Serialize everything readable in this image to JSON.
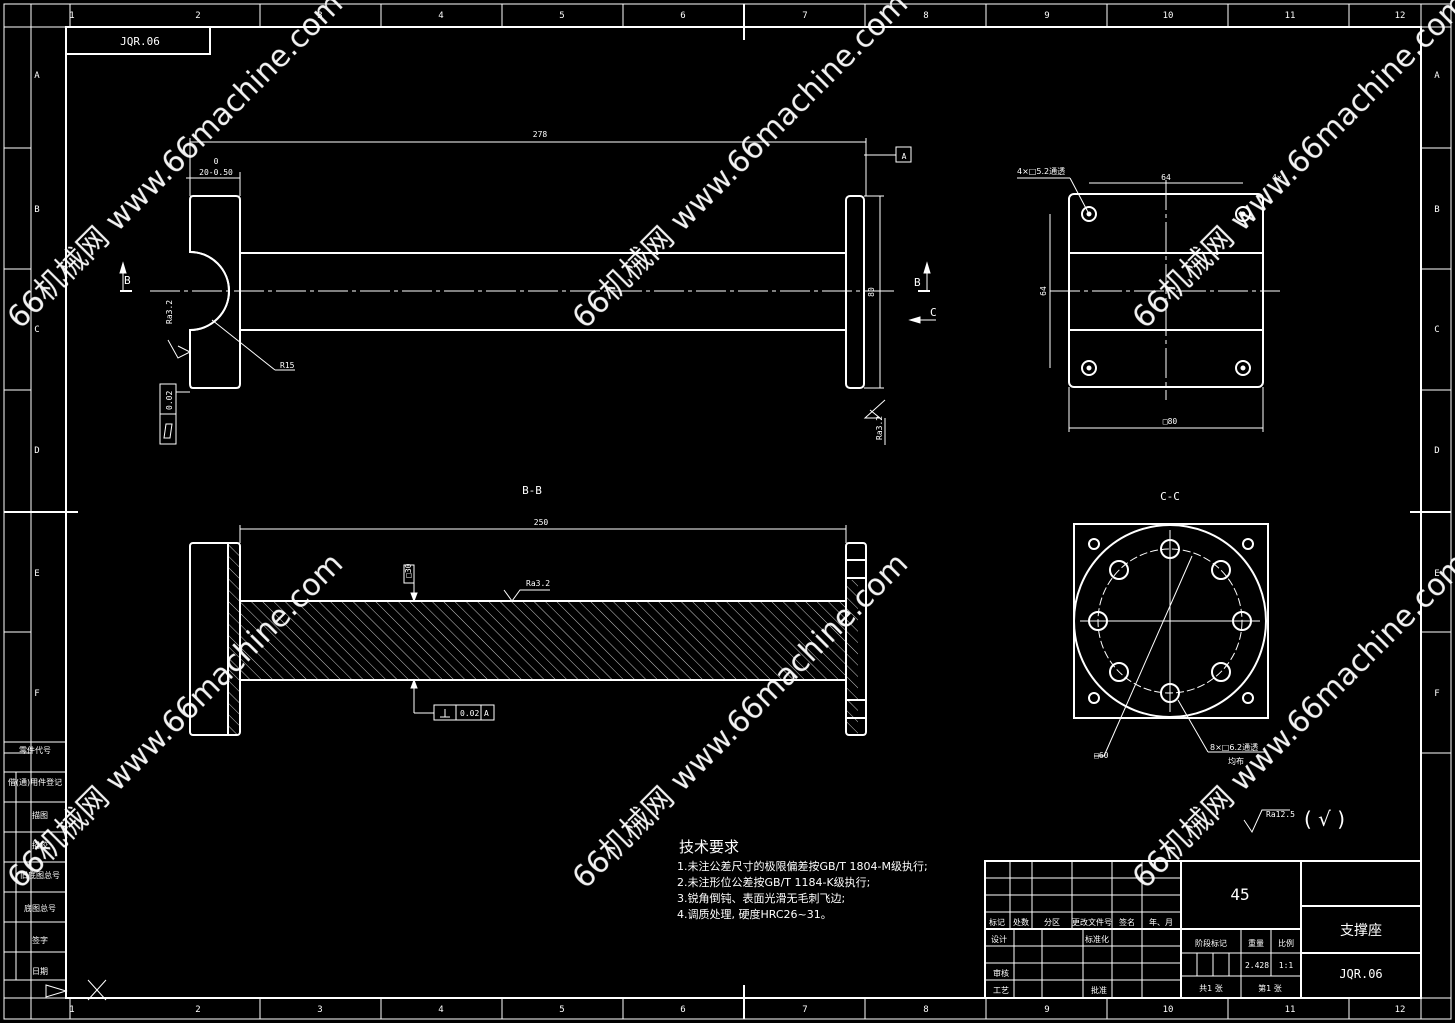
{
  "drawing_number": "JQR.06",
  "border_numbers": [
    "1",
    "2",
    "3",
    "4",
    "5",
    "6",
    "7",
    "8",
    "9",
    "10",
    "11",
    "12"
  ],
  "border_letters": [
    "A",
    "B",
    "C",
    "D",
    "E",
    "F"
  ],
  "left_strip": [
    "零件代号",
    "借(通)用件登记",
    "描图",
    "描校",
    "旧底图总号",
    "底图总号",
    "签字",
    "日期"
  ],
  "views": {
    "section_bb_title": "B-B",
    "section_cc_title": "C-C"
  },
  "dimensions": {
    "overall_length": "278",
    "tol_zero": "0",
    "tol_20": "20-0.50",
    "height_80": "80",
    "radius_15": "R15",
    "width_64": "64",
    "height_64": "64",
    "square_80": "□80",
    "section_length": "250",
    "square_30": "□30",
    "holes_top": "4×□5.2通透",
    "holes_bottom": "8×□6.2通透",
    "uniform": "均布",
    "square_60": "□60",
    "four_x": "4×",
    "perp_tol": "0.02",
    "flat_tol": "0.02"
  },
  "datum": {
    "a": "A"
  },
  "section_marks": {
    "b": "B",
    "c": "C"
  },
  "roughness": {
    "r32": "Ra3.2",
    "r125": "Ra12.5",
    "check": "( √ )"
  },
  "tech_req": {
    "title": "技术要求",
    "lines": [
      "1.未注公差尺寸的极限偏差按GB/T 1804-M级执行;",
      "2.未注形位公差按GB/T 1184-K级执行;",
      "3.锐角倒钝、表面光滑无毛刺飞边;",
      "4.调质处理, 硬度HRC26~31。"
    ]
  },
  "title_block": {
    "material": "45",
    "part_name": "支撑座",
    "drawing_no": "JQR.06",
    "header_labels": [
      "标记",
      "处数",
      "分区",
      "更改文件号",
      "签名",
      "年、月"
    ],
    "row_design": "设计",
    "row_standard": "标准化",
    "row_review": "审核",
    "row_process": "工艺",
    "row_approve": "批准",
    "stage_label": "阶段标记",
    "weight_label": "重量",
    "scale_label": "比例",
    "weight": "2.428",
    "scale": "1:1",
    "sheet_total": "共1 张",
    "sheet_no": "第1 张"
  },
  "watermark": "66机械网 www.66machine.com"
}
